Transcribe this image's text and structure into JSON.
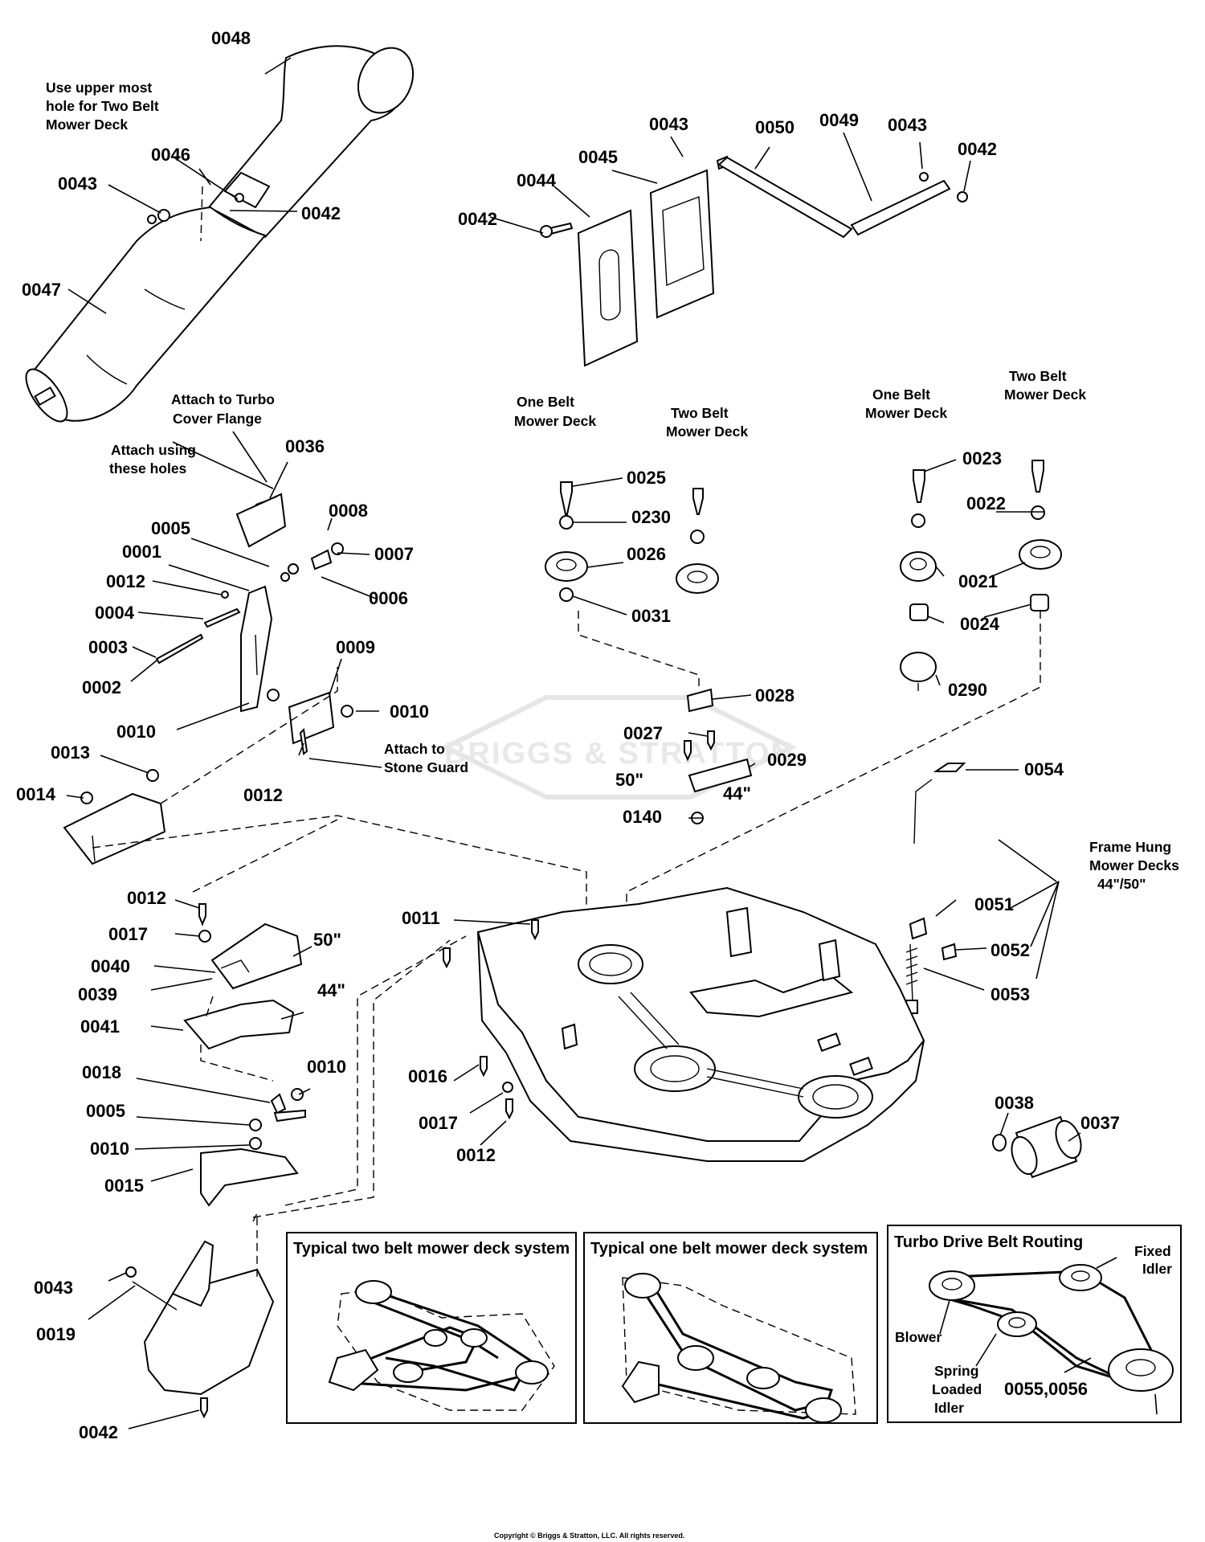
{
  "watermark": "BRIGGS & STRATTON",
  "copyright": "Copyright © Briggs & Stratton, LLC. All rights reserved.",
  "notes": {
    "upper_hole": [
      "Use upper most",
      "hole for Two Belt",
      "Mower Deck"
    ],
    "turbo_flange": [
      "Attach to Turbo",
      "Cover Flange"
    ],
    "attach_holes": [
      "Attach using",
      "these holes"
    ],
    "stone_guard": [
      "Attach to",
      "Stone Guard"
    ],
    "one_belt_left": [
      "One Belt",
      "Mower Deck"
    ],
    "two_belt_left": [
      "Two Belt",
      "Mower Deck"
    ],
    "one_belt_right": [
      "One Belt",
      "Mower Deck"
    ],
    "two_belt_right": [
      "Two Belt",
      "Mower Deck"
    ],
    "frame_hung": [
      "Frame Hung",
      "Mower Decks",
      "44\"/50\""
    ]
  },
  "part_labels": {
    "p0048": "0048",
    "p0046": "0046",
    "p0043a": "0043",
    "p0042a": "0042",
    "p0047": "0047",
    "p0043b": "0043",
    "p0045": "0045",
    "p0044": "0044",
    "p0042b": "0042",
    "p0050": "0050",
    "p0049": "0049",
    "p0043c": "0043",
    "p0042c": "0042",
    "p0036": "0036",
    "p0008": "0008",
    "p0005a": "0005",
    "p0007": "0007",
    "p0001": "0001",
    "p0006": "0006",
    "p0012a": "0012",
    "p0004": "0004",
    "p0003": "0003",
    "p0002": "0002",
    "p0009": "0009",
    "p0010a": "0010",
    "p0010b": "0010",
    "p0013": "0013",
    "p0014": "0014",
    "p0012b": "0012",
    "p0025": "0025",
    "p0230": "0230",
    "p0026": "0026",
    "p0031": "0031",
    "p0028": "0028",
    "p0027": "0027",
    "p0029": "0029",
    "p0140": "0140",
    "s50a": "50\"",
    "s44a": "44\"",
    "p0023": "0023",
    "p0022": "0022",
    "p0021": "0021",
    "p0024": "0024",
    "p0290": "0290",
    "p0054": "0054",
    "p0051": "0051",
    "p0052": "0052",
    "p0053": "0053",
    "p0012c": "0012",
    "p0017a": "0017",
    "p0040": "0040",
    "s50b": "50\"",
    "p0039": "0039",
    "s44b": "44\"",
    "p0041": "0041",
    "p0018": "0018",
    "p0010c": "0010",
    "p0005b": "0005",
    "p0010d": "0010",
    "p0015": "0015",
    "p0011": "0011",
    "p0016": "0016",
    "p0017b": "0017",
    "p0012d": "0012",
    "p0038": "0038",
    "p0037": "0037",
    "p0043d": "0043",
    "p0019": "0019",
    "p0042d": "0042"
  },
  "insets": {
    "two_belt": {
      "title": "Typical two belt mower deck system"
    },
    "one_belt": {
      "title": "Typical one belt mower deck system"
    },
    "turbo": {
      "title": "Turbo Drive Belt Routing",
      "fixed_idler": [
        "Fixed",
        "Idler"
      ],
      "blower": "Blower",
      "spring_idler": [
        "Spring",
        "Loaded",
        "Idler"
      ],
      "parts": "0055,0056"
    }
  }
}
